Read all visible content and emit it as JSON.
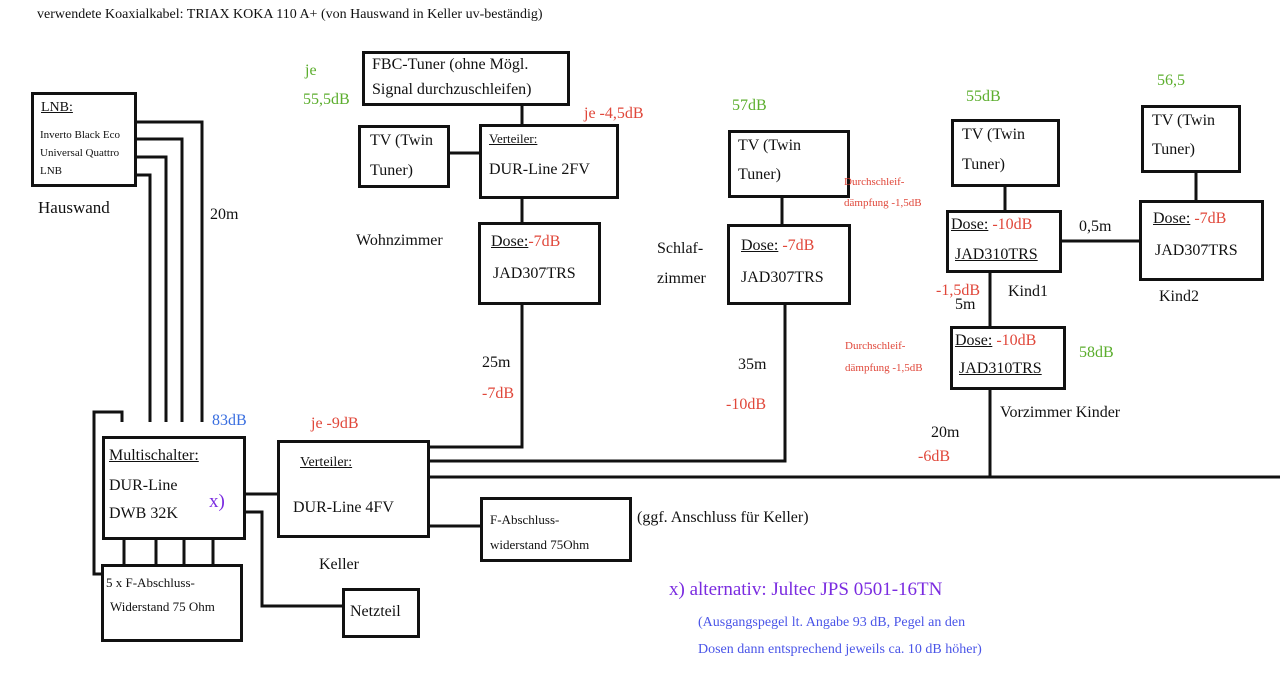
{
  "header": {
    "cable_note": "verwendete Koaxialkabel: TRIAX KOKA 110 A+  (von Hauswand in Keller uv-beständig)"
  },
  "lnb": {
    "title": "LNB:",
    "lines": [
      "Inverto Black Eco",
      "Universal Quattro",
      "LNB"
    ],
    "location": "Hauswand",
    "cable_length": "20m"
  },
  "multischalter": {
    "title": "Multischalter:",
    "line1": "DUR-Line",
    "line2": "DWB 32K",
    "marker": "x)",
    "output_level": "83dB"
  },
  "terminators": {
    "multischalter_term": [
      "5 x F-Abschluss-",
      "Widerstand 75 Ohm"
    ],
    "verteiler_term": [
      "F-Abschluss-",
      "widerstand 75Ohm"
    ],
    "keller_note": "(ggf. Anschluss für Keller)"
  },
  "netzteil": {
    "label": "Netzteil"
  },
  "verteiler4": {
    "loss": "je -9dB",
    "title": "Verteiler:",
    "model": "DUR-Line 4FV",
    "location": "Keller"
  },
  "wohnzimmer": {
    "room": "Wohnzimmer",
    "fbc": [
      "FBC-Tuner (ohne Mögl.",
      "Signal durchzuschleifen)"
    ],
    "level_prefix": "je",
    "level": "55,5dB",
    "tv": [
      "TV (Twin",
      "Tuner)"
    ],
    "verteiler_loss": "je -4,5dB",
    "verteiler_title": "Verteiler:",
    "verteiler_model": "DUR-Line 2FV",
    "dose_label": "Dose:",
    "dose_loss": "-7dB",
    "dose_model": "JAD307TRS",
    "cable_length": "25m",
    "cable_loss": "-7dB"
  },
  "schlafzimmer": {
    "room": [
      "Schlaf-",
      "zimmer"
    ],
    "level": "57dB",
    "tv": [
      "TV (Twin",
      "Tuner)"
    ],
    "dose_label": "Dose:",
    "dose_loss": "-7dB",
    "dose_model": "JAD307TRS",
    "cable_length": "35m",
    "cable_loss": "-10dB"
  },
  "kind1": {
    "room": "Kind1",
    "level": "55dB",
    "tv": [
      "TV (Twin",
      "Tuner)"
    ],
    "through_loss": [
      "Durchschleif-",
      "dämpfung -1,5dB"
    ],
    "dose_label": "Dose:",
    "dose_loss": "-10dB",
    "dose_model": "JAD310TRS",
    "link_length": "0,5m",
    "down_loss": "-1,5dB",
    "down_length": "5m"
  },
  "kind2": {
    "room": "Kind2",
    "level": "56,5",
    "tv": [
      "TV (Twin",
      "Tuner)"
    ],
    "dose_label": "Dose:",
    "dose_loss": "-7dB",
    "dose_model": "JAD307TRS"
  },
  "vorzimmer": {
    "room": "Vorzimmer Kinder",
    "level": "58dB",
    "through_loss": [
      "Durchschleif-",
      "dämpfung -1,5dB"
    ],
    "dose_label": "Dose:",
    "dose_loss": "-10dB",
    "dose_model": "JAD310TRS",
    "cable_length": "20m",
    "cable_loss": "-6dB"
  },
  "alternative": {
    "title": "x) alternativ: Jultec JPS 0501-16TN",
    "note1": "(Ausgangspegel lt. Angabe 93 dB, Pegel an den",
    "note2": " Dosen dann entsprechend jeweils ca. 10 dB höher)"
  },
  "colors": {
    "loss": "#e0473a",
    "level": "#5cae2e",
    "output": "#3a6fe0",
    "alternative": "#7a2be0",
    "alt_note": "#4a55e8"
  }
}
